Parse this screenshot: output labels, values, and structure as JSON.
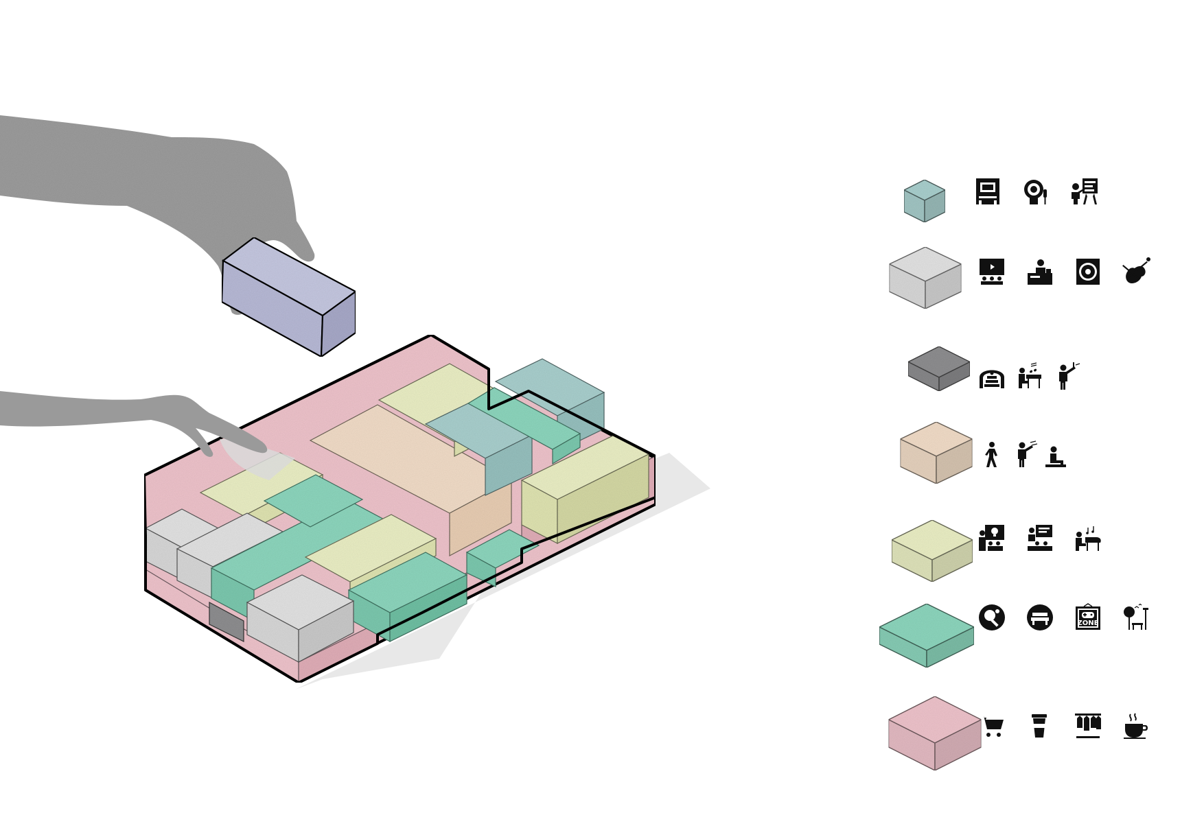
{
  "colors": {
    "teal": "#a9cfcd",
    "light_gray": "#e2e2e2",
    "dark_gray": "#8e8e90",
    "peach": "#f1dcc7",
    "yellow": "#eaeec4",
    "green": "#8dd6bd",
    "pink": "#eec3cb",
    "lavender": "#b7b9d6",
    "hand": "#9a9a9a",
    "shadow": "#e6e6e6",
    "outline": "#111111"
  },
  "legend": [
    {
      "color": "teal",
      "icons": [
        "arcade-machine-icon",
        "headset-microphone-icon",
        "presenter-board-icon"
      ]
    },
    {
      "color": "light_gray",
      "icons": [
        "cinema-audience-icon",
        "reception-desk-icon",
        "speaker-icon",
        "cello-icon"
      ]
    },
    {
      "color": "dark_gray",
      "icons": [
        "concert-hall-icon",
        "pianist-icon",
        "violinist-icon"
      ]
    },
    {
      "color": "peach",
      "icons": [
        "walking-person-icon",
        "violin-performer-icon",
        "sitting-person-icon"
      ]
    },
    {
      "color": "yellow",
      "icons": [
        "idea-lecture-icon",
        "classroom-teacher-icon",
        "grand-piano-player-icon"
      ]
    },
    {
      "color": "green",
      "icons": [
        "ping-pong-icon",
        "bench-circle-icon",
        "game-zone-icon",
        "park-tree-icon"
      ]
    },
    {
      "color": "pink",
      "icons": [
        "shopping-cart-icon",
        "takeaway-cup-icon",
        "clothing-rack-icon",
        "coffee-cup-icon"
      ]
    }
  ],
  "game_zone_sign": "ZONE"
}
